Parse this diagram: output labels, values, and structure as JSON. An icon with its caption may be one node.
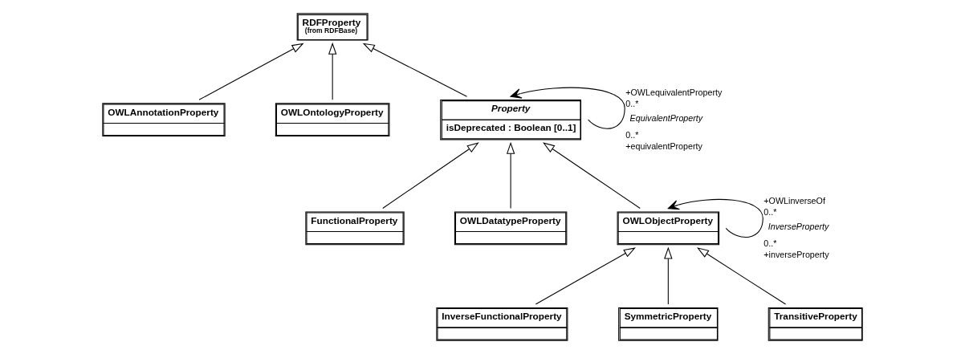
{
  "diagram": {
    "nodes": [
      {
        "text": [
          "RDFProperty",
          "(from RDFBase)"
        ]
      },
      {
        "text": [
          "OWLAnnotationProperty"
        ]
      },
      {
        "text": [
          "OWLOntologyProperty"
        ]
      },
      {
        "text": [
          "Property",
          "isDeprecated : Boolean [0..1]"
        ]
      },
      {
        "text": [
          "FunctionalProperty"
        ]
      },
      {
        "text": [
          "OWLDatatypeProperty"
        ]
      },
      {
        "text": [
          "OWLObjectProperty"
        ]
      },
      {
        "text": [
          "InverseFunctionalProperty"
        ]
      },
      {
        "text": [
          "SymmetricProperty"
        ]
      },
      {
        "text": [
          "TransitiveProperty"
        ]
      }
    ],
    "edges": [
      {
        "from": 1,
        "to": 0,
        "arrow": "to"
      },
      {
        "from": 2,
        "to": 0,
        "arrow": "to"
      },
      {
        "from": 3,
        "to": 0,
        "arrow": "to"
      },
      {
        "from": 3,
        "to": 3,
        "arrow": "to",
        "label": "EquivalentProperty"
      },
      {
        "from": 4,
        "to": 3,
        "arrow": "to"
      },
      {
        "from": 5,
        "to": 3,
        "arrow": "to"
      },
      {
        "from": 6,
        "to": 3,
        "arrow": "to"
      },
      {
        "from": 6,
        "to": 6,
        "arrow": "to",
        "label": "InverseProperty"
      },
      {
        "from": 7,
        "to": 6,
        "arrow": "to"
      },
      {
        "from": 8,
        "to": 6,
        "arrow": "to"
      },
      {
        "from": 9,
        "to": 6,
        "arrow": "to"
      }
    ],
    "labels": [
      "+OWLequivalentProperty",
      "0..*",
      "0..*",
      "+equivalentProperty",
      "+OWLinverseOf",
      "0..*",
      "0..*",
      "+inverseProperty"
    ]
  }
}
